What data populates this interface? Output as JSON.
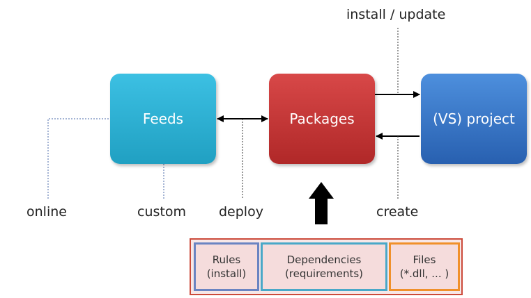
{
  "nodes": {
    "feeds": "Feeds",
    "packages": "Packages",
    "project": "(VS) project"
  },
  "labels": {
    "install_update": "install / update",
    "online": "online",
    "custom": "custom",
    "deploy": "deploy",
    "create": "create"
  },
  "bundle": {
    "rules": {
      "line1": "Rules",
      "line2": "(install)"
    },
    "dependencies": {
      "line1": "Dependencies",
      "line2": "(requirements)"
    },
    "files": {
      "line1": "Files",
      "line2": "(*.dll, ... )"
    }
  },
  "colors": {
    "feeds": "#2bb0d3",
    "packages": "#c83838",
    "project": "#3a78c8",
    "bundle_border": "#cc4a3a",
    "rules_border": "#6a84c2",
    "dependencies_border": "#49a8c8",
    "files_border": "#f0902a"
  }
}
